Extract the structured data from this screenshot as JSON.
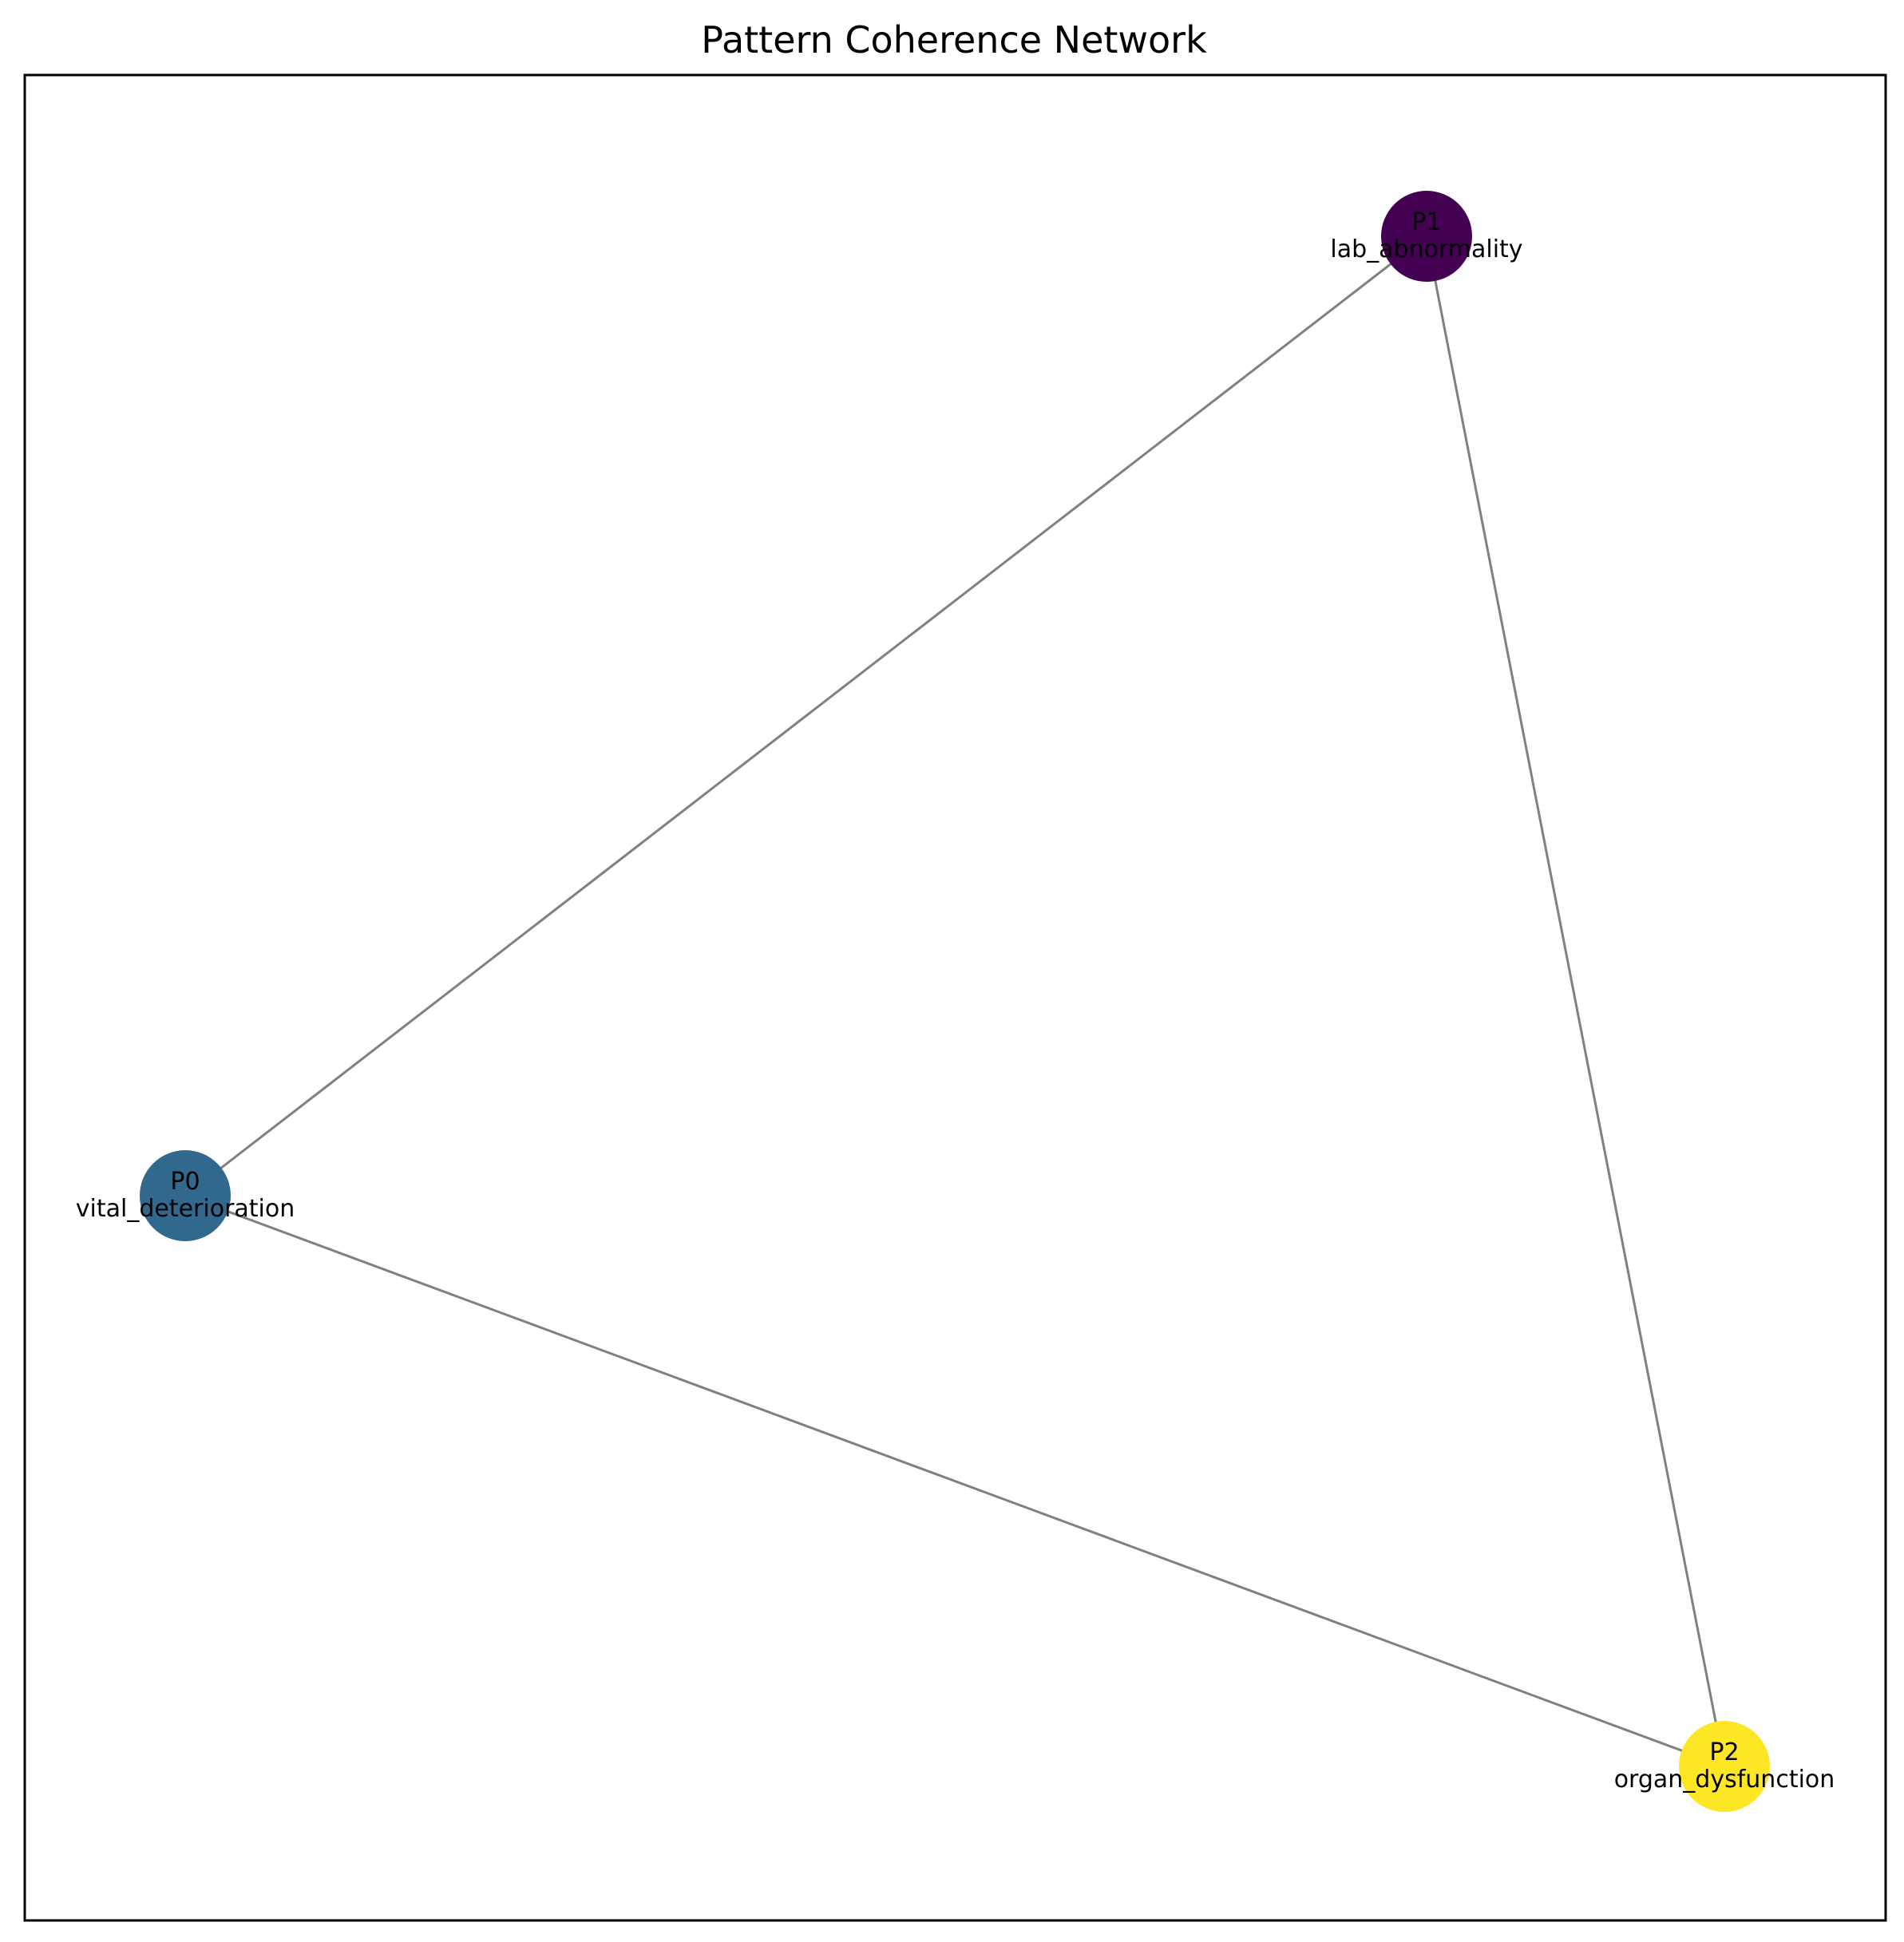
{
  "title": "Pattern Coherence Network",
  "colors": {
    "edge": "#808080",
    "frame": "#000000",
    "background": "#ffffff"
  },
  "nodes": [
    {
      "id": "P0",
      "label": "vital_deterioration",
      "color": "#31688e"
    },
    {
      "id": "P1",
      "label": "lab_abnormality",
      "color": "#440154"
    },
    {
      "id": "P2",
      "label": "organ_dysfunction",
      "color": "#fde725"
    }
  ],
  "edges": [
    {
      "source": "P0",
      "target": "P1"
    },
    {
      "source": "P1",
      "target": "P2"
    },
    {
      "source": "P0",
      "target": "P2"
    }
  ]
}
